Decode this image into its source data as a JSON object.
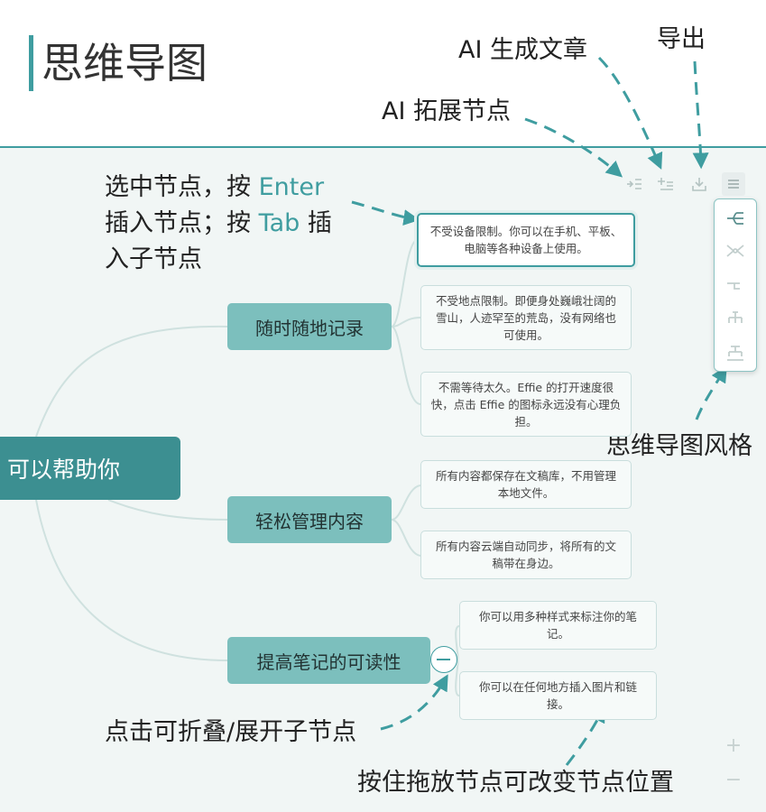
{
  "page": {
    "title": "思维导图"
  },
  "annotations": {
    "ai_article": "AI 生成文章",
    "export": "导出",
    "ai_expand": "AI 拓展节点",
    "enter_tab_1a": "选中节点，按 ",
    "enter_key": "Enter",
    "enter_tab_2a": "插入节点；按 ",
    "tab_key": "Tab",
    "enter_tab_2b": " 插",
    "enter_tab_3": "入子节点",
    "mindmap_style": "思维导图风格",
    "collapse_hint": "点击可折叠/展开子节点",
    "drag_hint": "按住拖放节点可改变节点位置"
  },
  "mindmap": {
    "root": "可以帮助你",
    "branches": [
      {
        "label": "随时随地记录",
        "leaves": [
          "不受设备限制。你可以在手机、平板、电脑等各种设备上使用。",
          "不受地点限制。即便身处巍峨壮阔的雪山，人迹罕至的荒岛，没有网络也可使用。",
          "不需等待太久。Effie 的打开速度很快，点击 Effie 的图标永远没有心理负担。"
        ]
      },
      {
        "label": "轻松管理内容",
        "leaves": [
          "所有内容都保存在文稿库，不用管理本地文件。",
          "所有内容云端自动同步，将所有的文稿带在身边。"
        ]
      },
      {
        "label": "提高笔记的可读性",
        "leaves": [
          "你可以用多种样式来标注你的笔记。",
          "你可以在任何地方插入图片和链接。"
        ]
      }
    ]
  },
  "toolbar": {
    "icons": [
      "ai-expand-icon",
      "ai-article-icon",
      "export-icon",
      "menu-icon"
    ]
  },
  "zoom": {
    "in": "+",
    "out": "−"
  },
  "colors": {
    "accent": "#3f9da0",
    "root": "#3c8f91",
    "branch": "#7cbfbd",
    "canvas": "#f1f6f5"
  }
}
